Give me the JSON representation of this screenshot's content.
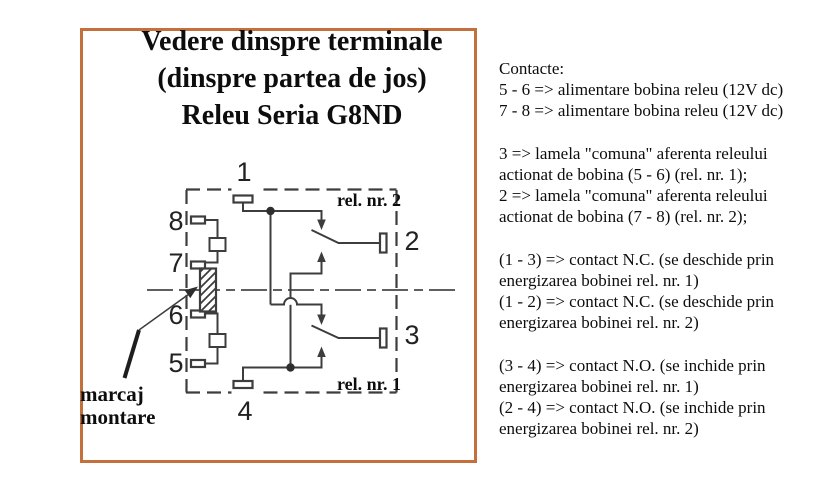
{
  "panel": {
    "border_color": "#c4703d",
    "title": {
      "line1": "Vedere dinspre terminale",
      "line2": "(dinspre partea de jos)",
      "line3": "Releu Seria G8ND"
    }
  },
  "schematic": {
    "line_color": "#3d3d3d",
    "relay2_label": "rel. nr. 2",
    "relay1_label": "rel. nr. 1",
    "mounting_mark": {
      "line1": "marcaj",
      "line2": "montare"
    },
    "terminals": {
      "t1": "1",
      "t2": "2",
      "t3": "3",
      "t4": "4",
      "t5": "5",
      "t6": "6",
      "t7": "7",
      "t8": "8"
    }
  },
  "notes": {
    "heading": "Contacte:",
    "groups": [
      {
        "lines": [
          "5 - 6 => alimentare bobina releu (12V dc)",
          "7 - 8 => alimentare bobina releu (12V dc)"
        ]
      },
      {
        "lines": [
          "3 => lamela \"comuna\" aferenta releului",
          "actionat de bobina (5 - 6) (rel. nr. 1);",
          "2 => lamela \"comuna\" aferenta releului",
          "actionat de bobina (7 - 8) (rel. nr. 2);"
        ]
      },
      {
        "lines": [
          "(1 - 3) => contact N.C. (se deschide prin",
          "energizarea bobinei rel. nr. 1)",
          "(1 - 2) => contact N.C. (se deschide prin",
          "energizarea bobinei rel. nr. 2)"
        ]
      },
      {
        "lines": [
          "(3 - 4) => contact N.O. (se inchide prin",
          "energizarea bobinei rel. nr. 1)",
          "(2 - 4) => contact N.O. (se inchide prin",
          "energizarea bobinei rel. nr. 2)"
        ]
      }
    ]
  }
}
